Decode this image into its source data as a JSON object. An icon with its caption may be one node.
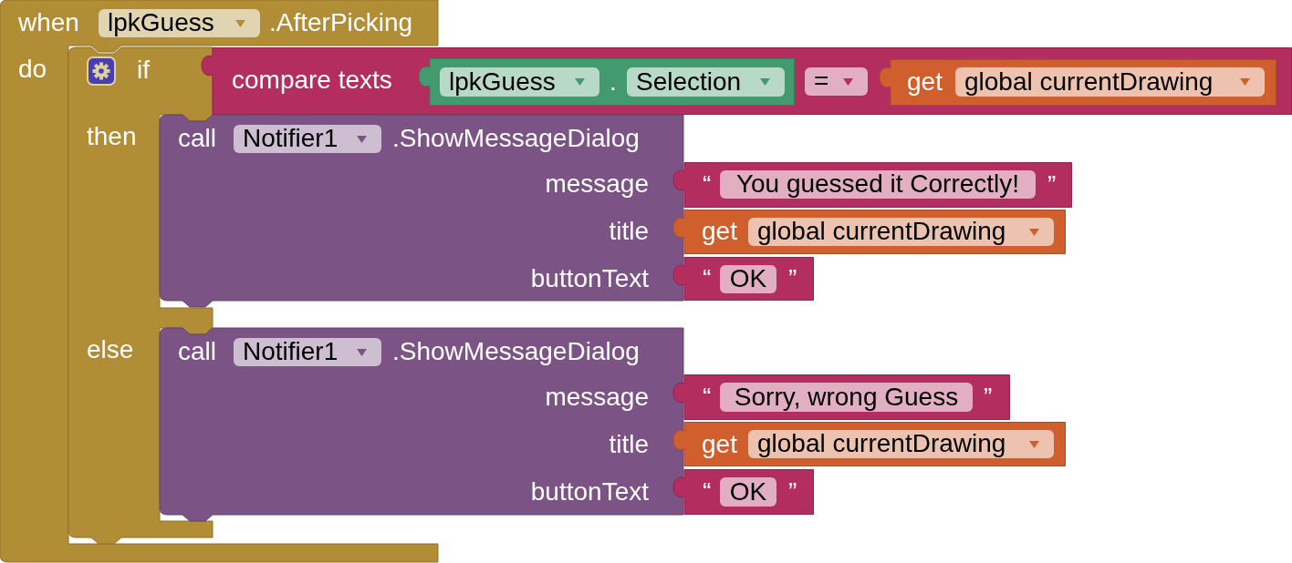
{
  "diagram": {
    "nodes": [
      {
        "text": [
          "when",
          ".AfterPicking",
          "do"
        ]
      },
      {
        "text": [
          "lpkGuess"
        ],
        "in": 0
      },
      {
        "text": [
          "if",
          "then",
          "else"
        ],
        "in": 0
      },
      {
        "text": [
          "compare texts"
        ]
      },
      {
        "text": [
          "."
        ],
        "in": 3
      },
      {
        "text": [
          "lpkGuess"
        ],
        "in": 4
      },
      {
        "text": [
          "Selection"
        ],
        "in": 4
      },
      {
        "text": [
          "="
        ],
        "in": 3
      },
      {
        "text": [
          "get"
        ],
        "in": 3
      },
      {
        "text": [
          "global currentDrawing"
        ],
        "in": 8
      },
      {
        "text": [
          "call",
          ".ShowMessageDialog",
          "message",
          "title",
          "buttonText"
        ]
      },
      {
        "text": [
          "Notifier1"
        ],
        "in": 10
      },
      {
        "text": [
          "“",
          "”"
        ]
      },
      {
        "text": [
          "You guessed it Correctly!"
        ],
        "in": 12
      },
      {
        "text": [
          "get"
        ]
      },
      {
        "text": [
          "global currentDrawing"
        ],
        "in": 14
      },
      {
        "text": [
          "“",
          "”"
        ]
      },
      {
        "text": [
          "OK"
        ],
        "in": 16
      },
      {
        "text": [
          "call",
          ".ShowMessageDialog",
          "message",
          "title",
          "buttonText"
        ]
      },
      {
        "text": [
          "Notifier1"
        ],
        "in": 18
      },
      {
        "text": [
          "“",
          "”"
        ]
      },
      {
        "text": [
          "Sorry, wrong Guess"
        ],
        "in": 20
      },
      {
        "text": [
          "get"
        ]
      },
      {
        "text": [
          "global currentDrawing"
        ],
        "in": 22
      },
      {
        "text": [
          "“",
          "”"
        ]
      },
      {
        "text": [
          "OK"
        ],
        "in": 24
      }
    ]
  }
}
